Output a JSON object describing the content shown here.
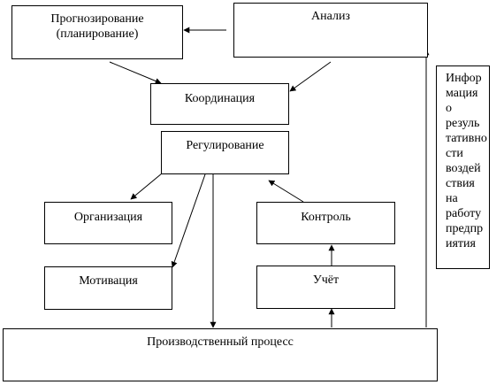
{
  "nodes": {
    "forecasting": {
      "line1": "Прогнозирование",
      "line2": "(планирование)"
    },
    "analysis": {
      "label": "Анализ"
    },
    "coordination": {
      "label": "Координация"
    },
    "regulation": {
      "label": "Регулирование"
    },
    "organization": {
      "label": "Организация"
    },
    "motivation": {
      "label": "Мотивация"
    },
    "control": {
      "label": "Контроль"
    },
    "accounting": {
      "label": "Учёт"
    },
    "production": {
      "label": "Производственный процесс"
    },
    "info": {
      "lines": [
        "Инфор",
        "мация",
        "о",
        "резуль",
        "тативно",
        "сти",
        "воздей",
        "ствия",
        "на",
        "работу",
        "предпр",
        "иятия"
      ]
    }
  },
  "edges": [
    {
      "from": "analysis",
      "to": "forecasting"
    },
    {
      "from": "forecasting",
      "to": "coordination"
    },
    {
      "from": "analysis",
      "to": "coordination"
    },
    {
      "from": "regulation",
      "to": "organization"
    },
    {
      "from": "regulation",
      "to": "motivation"
    },
    {
      "from": "regulation",
      "to": "production"
    },
    {
      "from": "control",
      "to": "regulation"
    },
    {
      "from": "accounting",
      "to": "control"
    },
    {
      "from": "production",
      "to": "accounting"
    },
    {
      "from": "production",
      "to": "analysis"
    }
  ]
}
